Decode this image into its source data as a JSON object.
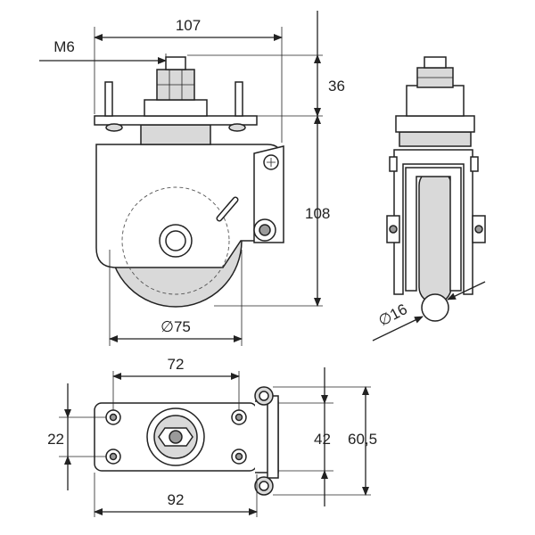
{
  "diagram": {
    "dimensions": {
      "width_top": "107",
      "thread": "M6",
      "height_plate": "36",
      "height_total": "108",
      "wheel_diameter": "∅75",
      "axle_diameter": "∅16",
      "bolt_spacing_x": "72",
      "bolt_spacing_y": "22",
      "plate_length": "92",
      "width_42": "42",
      "width_total": "60,5"
    }
  }
}
